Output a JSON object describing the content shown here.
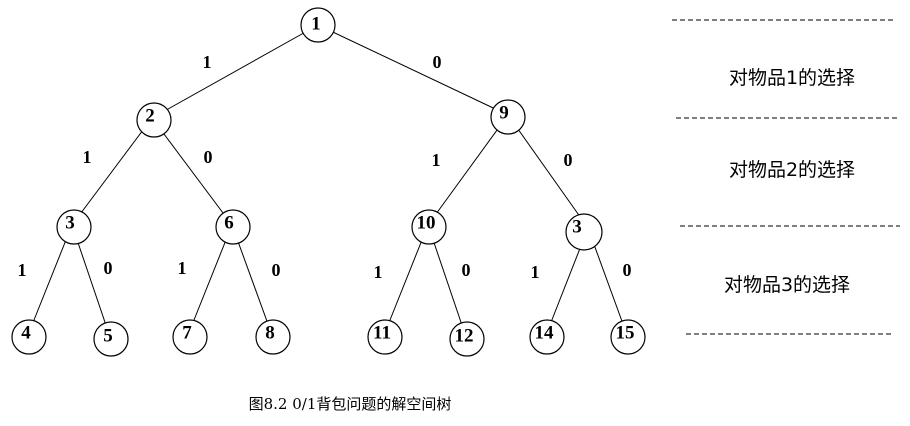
{
  "nodes": {
    "n1": "1",
    "n2": "2",
    "n9": "9",
    "n3": "3",
    "n6": "6",
    "n10": "10",
    "n13": "3",
    "n4": "4",
    "n5": "5",
    "n7": "7",
    "n8": "8",
    "n11": "11",
    "n12": "12",
    "n14": "14",
    "n15": "15"
  },
  "edge_labels": {
    "take": "1",
    "skip": "0"
  },
  "levels": [
    "对物品1的选择",
    "对物品2的选择",
    "对物品3的选择"
  ],
  "caption": "图8.2  0/1背包问题的解空间树"
}
